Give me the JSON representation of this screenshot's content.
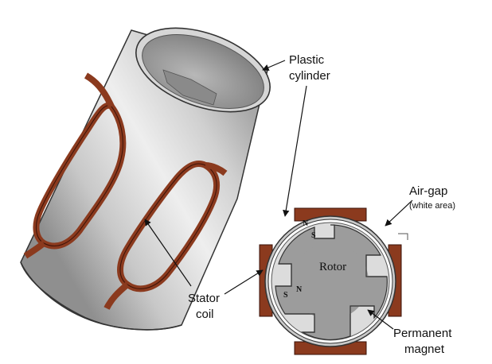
{
  "labels": {
    "plastic_cylinder": [
      "Plastic",
      "cylinder"
    ],
    "stator_coil": [
      "Stator",
      "coil"
    ],
    "air_gap": "Air-gap",
    "air_gap_note": "(white area)",
    "rotor": "Rotor",
    "permanent_magnet": [
      "Permanent",
      "magnet"
    ],
    "pole_n": "N",
    "pole_s": "S"
  },
  "colors": {
    "cylinder_light": "#eeeeee",
    "cylinder_dark": "#8f8f8f",
    "coil": "#8b3a1e",
    "coil_dark": "#3a1208",
    "rotor_fill": "#9c9c9c",
    "stator_ring": "#c9c9c9",
    "outline": "#333333"
  }
}
